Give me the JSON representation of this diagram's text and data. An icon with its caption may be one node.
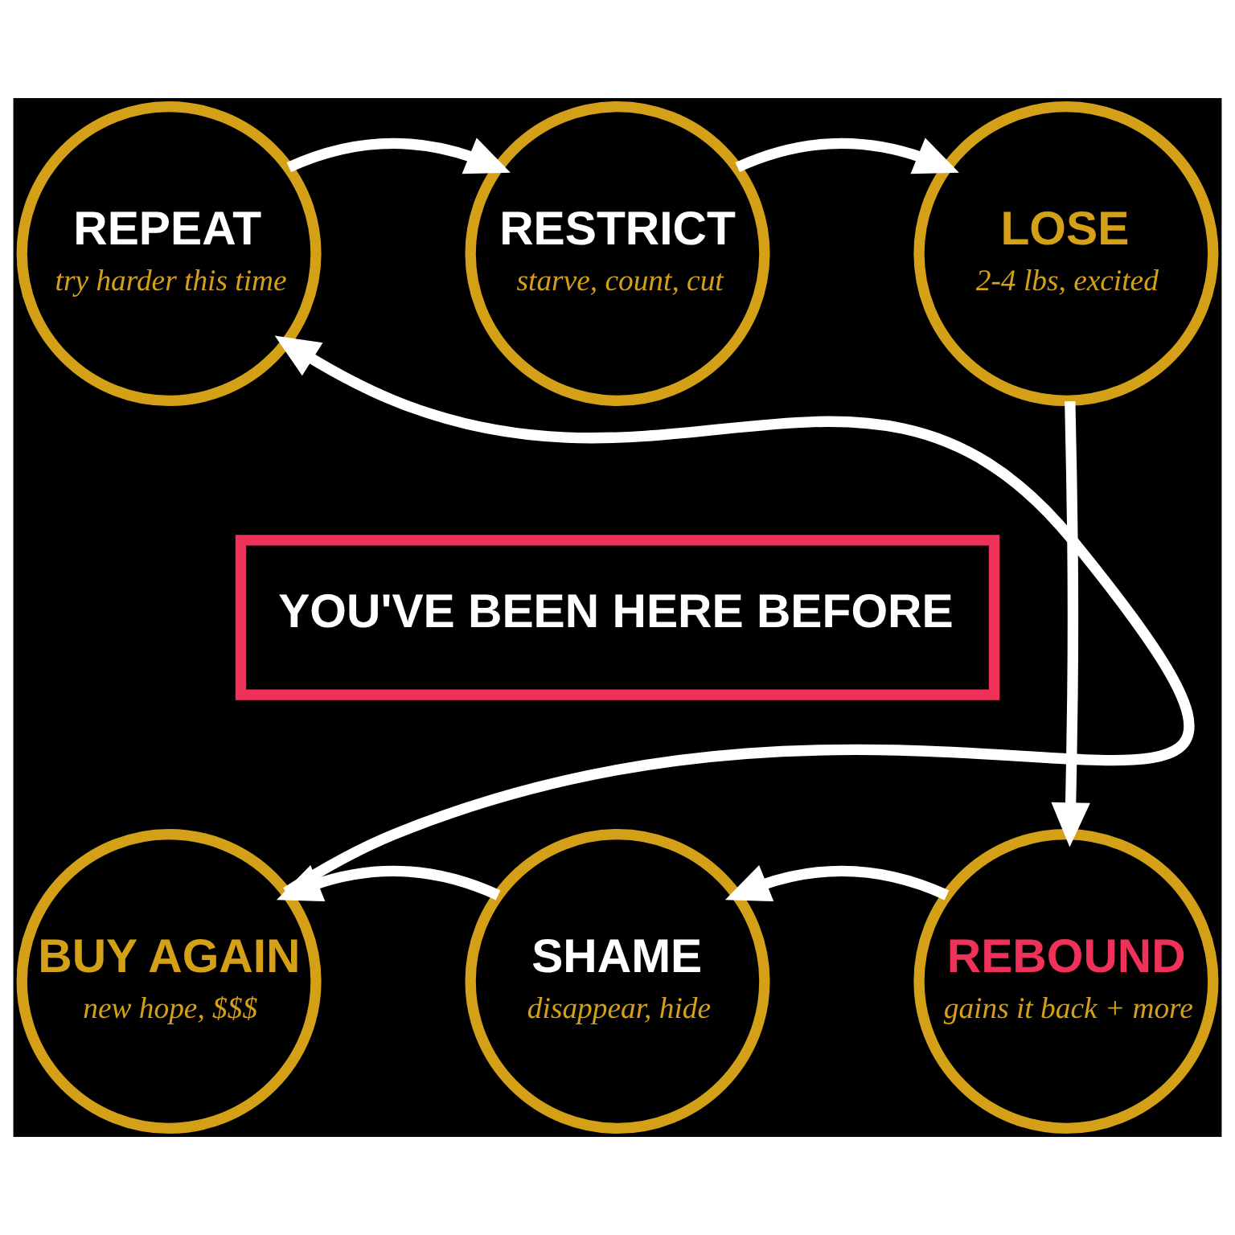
{
  "diagram": {
    "nodes": [
      {
        "text": [
          "RESTRICT",
          "starve, count, cut"
        ]
      },
      {
        "text": [
          "LOSE",
          "2-4 lbs, excited"
        ]
      },
      {
        "text": [
          "REBOUND",
          "gains it back + more"
        ]
      },
      {
        "text": [
          "SHAME",
          "disappear, hide"
        ]
      },
      {
        "text": [
          "BUY AGAIN",
          "new hope, $$$"
        ]
      },
      {
        "text": [
          "REPEAT",
          "try harder this time"
        ]
      },
      {
        "text": [
          "YOU'VE BEEN HERE BEFORE"
        ]
      }
    ],
    "edges": [
      {
        "from": 0,
        "to": 1,
        "arrow": "to"
      },
      {
        "from": 1,
        "to": 2,
        "arrow": "to"
      },
      {
        "from": 2,
        "to": 3,
        "arrow": "to"
      },
      {
        "from": 3,
        "to": 4,
        "arrow": "to"
      },
      {
        "from": 4,
        "to": 5,
        "arrow": "to"
      },
      {
        "from": 5,
        "to": 0,
        "arrow": "to"
      }
    ]
  }
}
